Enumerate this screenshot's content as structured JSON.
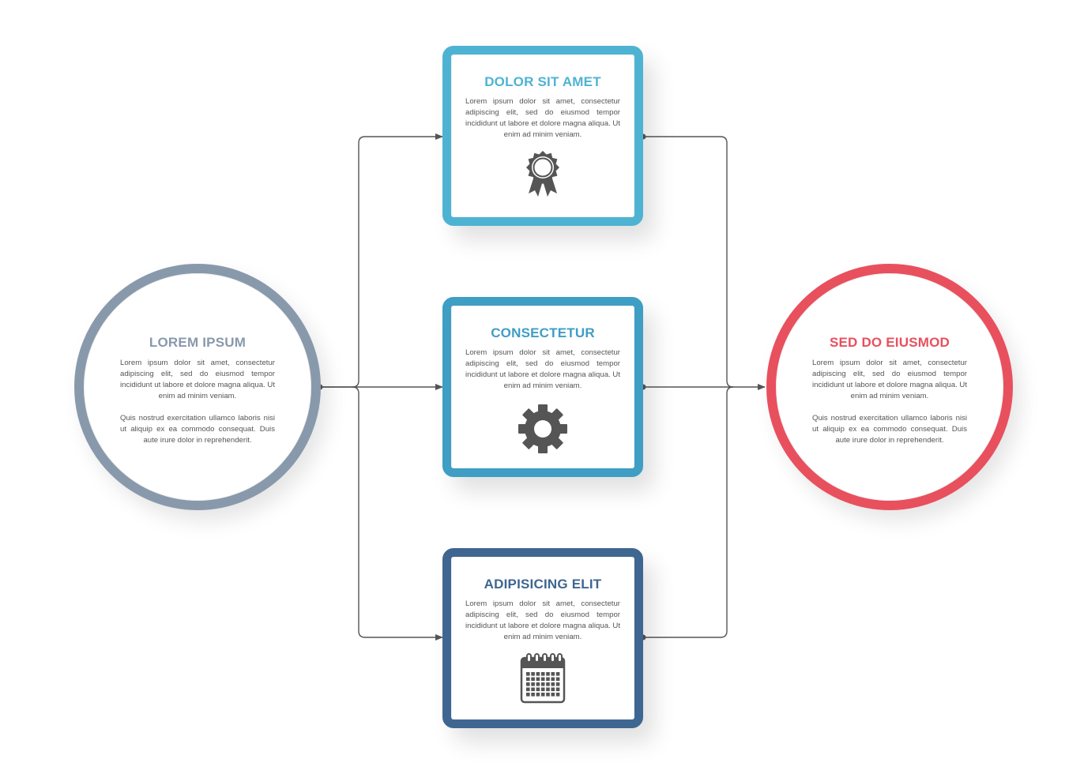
{
  "colors": {
    "gray": "#8999ac",
    "teal_light": "#4eb3d3",
    "teal": "#3e9ec4",
    "navy": "#3f6690",
    "red": "#e8505e",
    "connector": "#555555"
  },
  "left_node": {
    "title": "LOREM IPSUM",
    "paragraph_1": "Lorem ipsum dolor sit amet, consectetur adipiscing elit, sed do eiusmod tempor incididunt ut labore et dolore magna aliqua. Ut enim ad minim veniam.",
    "paragraph_2": "Quis nostrud exercitation ullamco laboris nisi ut aliquip ex ea commodo consequat. Duis aute irure dolor in reprehenderit."
  },
  "right_node": {
    "title": "SED DO EIUSMOD",
    "paragraph_1": "Lorem ipsum dolor sit amet, consectetur adipiscing elit, sed do eiusmod tempor incididunt ut labore et dolore magna aliqua. Ut enim ad minim veniam.",
    "paragraph_2": "Quis nostrud exercitation ullamco laboris nisi ut aliquip ex ea commodo consequat. Duis aute irure dolor in reprehenderit."
  },
  "steps": [
    {
      "title": "DOLOR SIT AMET",
      "text": "Lorem ipsum dolor sit amet, consectetur adipiscing elit, sed do eiusmod tempor incididunt ut labore et dolore magna aliqua. Ut enim ad minim veniam.",
      "icon": "award-ribbon-icon"
    },
    {
      "title": "CONSECTETUR",
      "text": "Lorem ipsum dolor sit amet, consectetur adipiscing elit, sed do eiusmod tempor incididunt ut labore et dolore magna aliqua. Ut enim ad minim veniam.",
      "icon": "gear-icon"
    },
    {
      "title": "ADIPISICING ELIT",
      "text": "Lorem ipsum dolor sit amet, consectetur adipiscing elit, sed do eiusmod tempor incididunt ut labore et dolore magna aliqua. Ut enim ad minim veniam.",
      "icon": "calendar-icon"
    }
  ]
}
